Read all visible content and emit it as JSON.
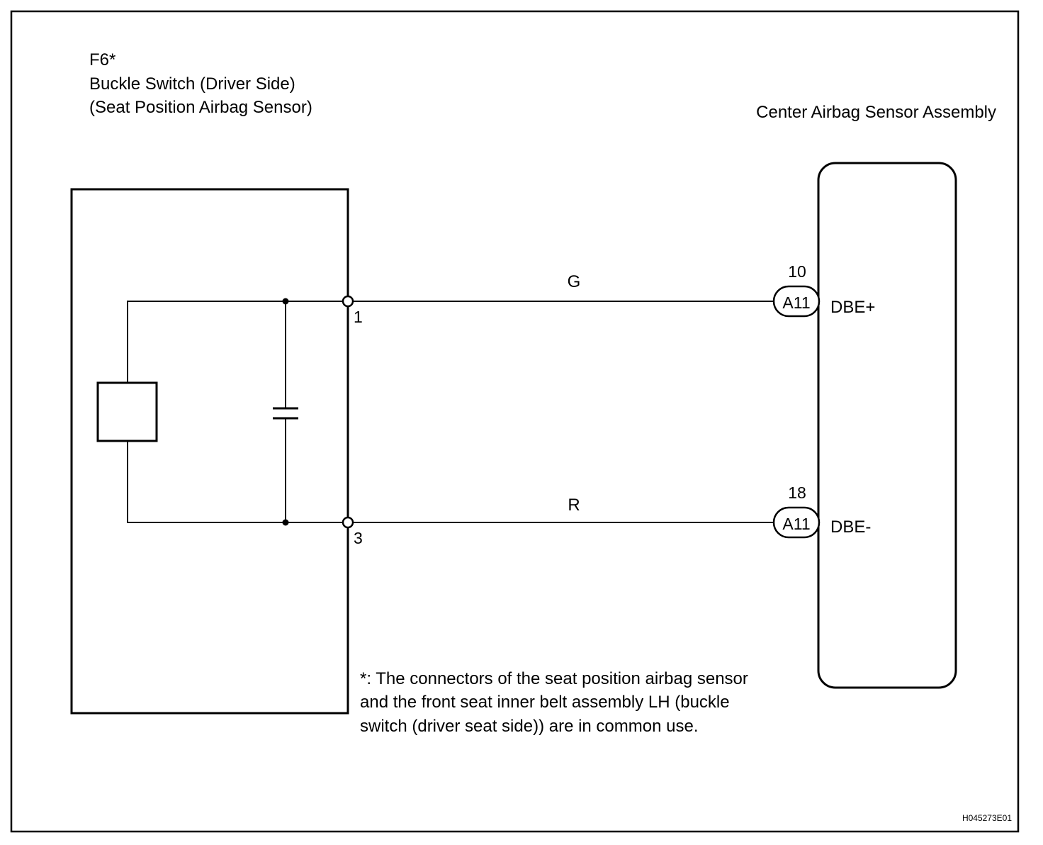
{
  "left_component": {
    "code": "F6*",
    "name": "Buckle Switch (Driver Side)",
    "subname": "(Seat Position Airbag Sensor)"
  },
  "right_component": {
    "name": "Center Airbag Sensor Assembly"
  },
  "wires": [
    {
      "color": "G",
      "from_terminal": "1",
      "to_pin": "10",
      "connector": "A11",
      "signal": "DBE+"
    },
    {
      "color": "R",
      "from_terminal": "3",
      "to_pin": "18",
      "connector": "A11",
      "signal": "DBE-"
    }
  ],
  "footnote": {
    "line1": "*: The connectors of the seat position airbag sensor",
    "line2": "and the front seat inner belt assembly LH (buckle",
    "line3": "switch (driver seat side)) are in common use."
  },
  "figure_code": "H045273E01"
}
